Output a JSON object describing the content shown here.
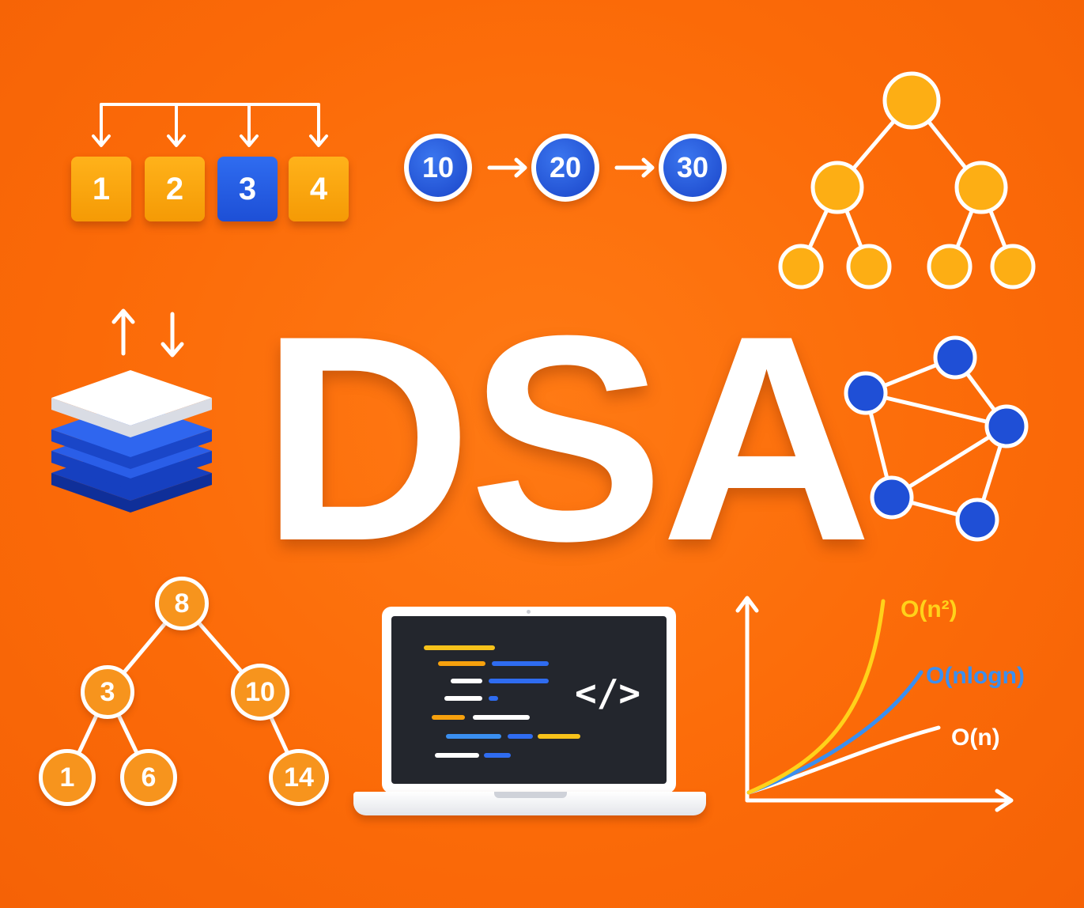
{
  "array": {
    "cells": [
      "1",
      "2",
      "3",
      "4"
    ],
    "highlight_index": 2
  },
  "linked_list": {
    "nodes": [
      "10",
      "20",
      "30"
    ]
  },
  "title": "DSA",
  "bst": {
    "root": "8",
    "left": "3",
    "right": "10",
    "left_left": "1",
    "left_right": "6",
    "right_right": "14"
  },
  "laptop": {
    "code_tag": "</>"
  },
  "complexity": {
    "labels": [
      "O(n²)",
      "O(nlogn)",
      "O(n)"
    ]
  },
  "colors": {
    "background": "#fb6a08",
    "orange_accent": "#f7a10d",
    "blue_accent": "#1d4fd6",
    "white": "#ffffff",
    "yellow_curve": "#ffd21a",
    "blue_curve": "#3a8ff0"
  },
  "icons": [
    "array-icon",
    "linked-list-icon",
    "tree-icon",
    "stack-icon",
    "graph-icon",
    "bst-icon",
    "laptop-icon",
    "code-icon",
    "complexity-chart-icon"
  ]
}
